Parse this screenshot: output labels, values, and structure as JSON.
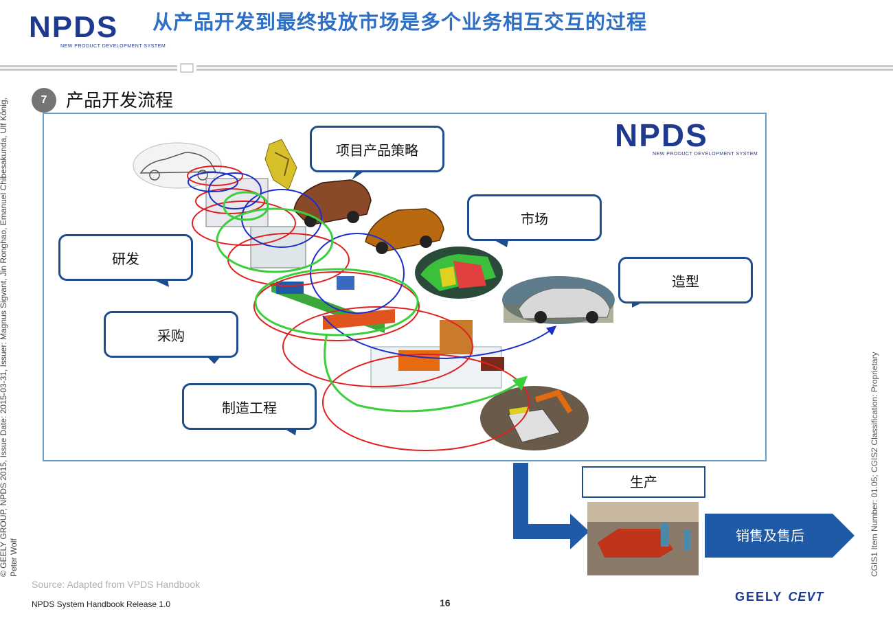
{
  "header": {
    "logo_text": "NPDS",
    "logo_subtitle": "NEW PRODUCT DEVELOPMENT SYSTEM",
    "title": "从产品开发到最终投放市场是多个业务相互交互的过程"
  },
  "section": {
    "number": "7",
    "title": "产品开发流程"
  },
  "diagram": {
    "inner_logo_text": "NPDS",
    "inner_logo_subtitle": "NEW PRODUCT DEVELOPMENT SYSTEM",
    "bubbles": {
      "strategy": "项目产品策略",
      "market": "市场",
      "rnd": "研发",
      "styling": "造型",
      "purchasing": "采购",
      "manufacturing": "制造工程"
    },
    "production_label": "生产",
    "after_sales_label": "销售及售后",
    "colors": {
      "bubble_border": "#1e4d8c",
      "red_loop": "#e02020",
      "blue_loop": "#1a2fc8",
      "green_loop": "#3ccf3c",
      "flow_arrow": "#1f5aa6"
    }
  },
  "sidebar": {
    "left_credit": "© GEELY GROUP, NPDS 2015, Issue Date: 2015-03-31, Issuer: Magnus Sigvant, Jin Ronghao, Emanuel Chibesakunda, Ulf König, Peter Wolf",
    "right_classification": "CGIS1 Item Number: 01.05; CGIS2 Classification: Proprietary"
  },
  "footer": {
    "source": "Source: Adapted from VPDS Handbook",
    "doc_name": "NPDS System Handbook Release 1.0",
    "page_number": "16",
    "brand_geely": "GEELY",
    "brand_cevt": "CEVT"
  }
}
